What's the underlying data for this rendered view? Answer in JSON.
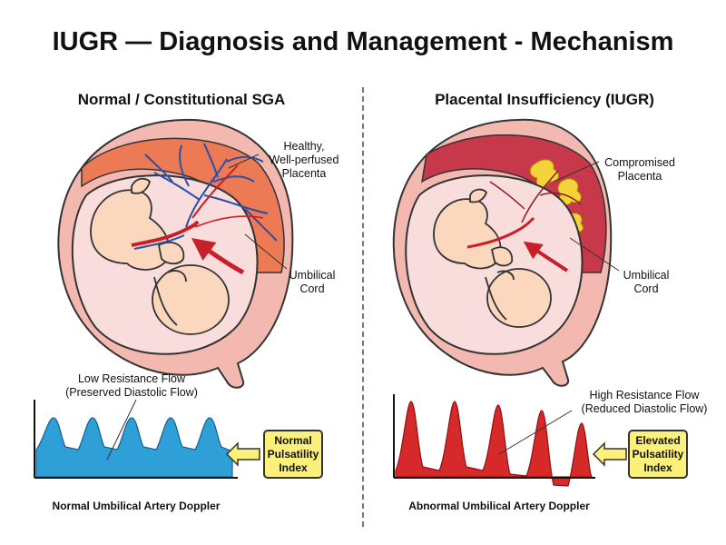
{
  "title": "IUGR — Diagnosis and Management - Mechanism",
  "left": {
    "heading": "Normal / Constitutional SGA",
    "placenta_label": [
      "Healthy,",
      "Well-perfused",
      "Placenta"
    ],
    "cord_label": [
      "Umbilical",
      "Cord"
    ],
    "flow_label": [
      "Low Resistance Flow",
      "(Preserved Diastolic Flow)"
    ],
    "badge": [
      "Normal",
      "Pulsatility",
      "Index"
    ],
    "doppler_caption": "Normal Umbilical Artery Doppler"
  },
  "right": {
    "heading": "Placental Insufficiency (IUGR)",
    "placenta_label": [
      "Compromised",
      "Placenta"
    ],
    "cord_label": [
      "Umbilical",
      "Cord"
    ],
    "flow_label": [
      "High Resistance Flow",
      "(Reduced Diastolic Flow)"
    ],
    "badge": [
      "Elevated",
      "Pulsatility",
      "Index"
    ],
    "doppler_caption": "Abnormal Umbilical Artery Doppler"
  },
  "colors": {
    "normal_waveform": "#2f9fd8",
    "abnormal_waveform": "#d62a2a",
    "healthy_placenta": "#ec7a55",
    "compromised_placenta": "#c6384a",
    "infarct": "#f5d23a",
    "badge_fill": "#fbf07a"
  }
}
